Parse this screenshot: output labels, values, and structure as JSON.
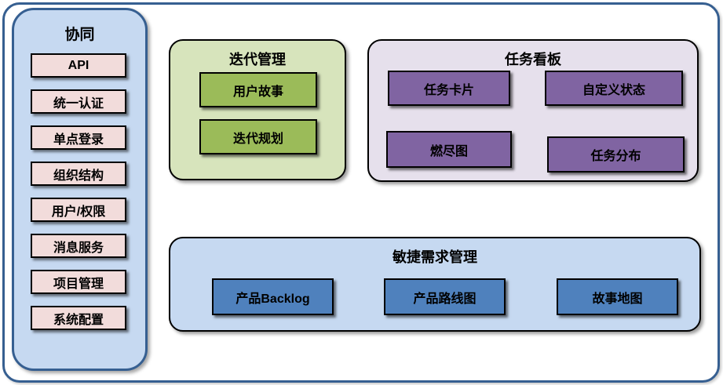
{
  "sidebar": {
    "title": "协同",
    "items": [
      "API",
      "统一认证",
      "单点登录",
      "组织结构",
      "用户/权限",
      "消息服务",
      "项目管理",
      "系统配置"
    ]
  },
  "panels": {
    "iteration": {
      "title": "迭代管理",
      "items": [
        "用户故事",
        "迭代规划"
      ]
    },
    "taskboard": {
      "title": "任务看板",
      "items": [
        "任务卡片",
        "自定义状态",
        "燃尽图",
        "任务分布"
      ]
    },
    "agile": {
      "title": "敏捷需求管理",
      "items": [
        "产品Backlog",
        "产品路线图",
        "故事地图"
      ]
    }
  },
  "colors": {
    "frame_border": "#365F91",
    "sidebar_fill": "#C6D9F1",
    "sidebar_item_fill": "#F2DCDB",
    "iteration_panel_fill": "#D7E4BC",
    "iteration_item_fill": "#9BBB59",
    "taskboard_panel_fill": "#E6E0EC",
    "taskboard_item_fill": "#8064A2",
    "agile_panel_fill": "#C6D9F1",
    "agile_item_fill": "#4F81BD",
    "item_border": "#000000",
    "text": "#000000"
  }
}
